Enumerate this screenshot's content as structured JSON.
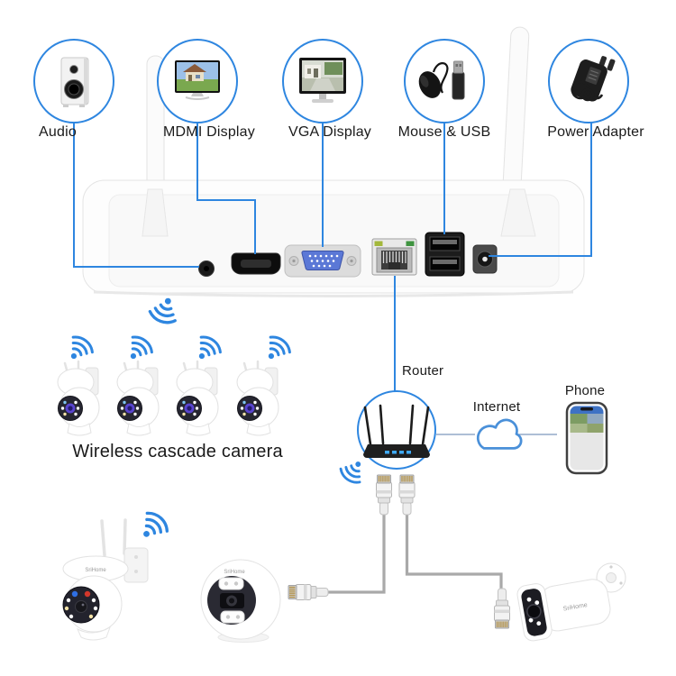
{
  "colors": {
    "accent": "#2e86e0",
    "cable": "#a9a9a9",
    "cloud": "#4a90d9"
  },
  "brand": "SriHome",
  "peripherals": [
    {
      "label": "Audio",
      "icon": "speaker-icon"
    },
    {
      "label": "MDMI Display",
      "icon": "tv-display-icon"
    },
    {
      "label": "VGA Display",
      "icon": "monitor-display-icon"
    },
    {
      "label": "Mouse & USB",
      "icon": "mouse-usb-icon"
    },
    {
      "label": "Power Adapter",
      "icon": "power-adapter-icon"
    }
  ],
  "nvr": {
    "ports": [
      "audio-jack",
      "hdmi-port",
      "vga-port",
      "ethernet-port",
      "usb-ports",
      "dc-power-jack"
    ],
    "antenna_count": 2
  },
  "cascade": {
    "label": "Wireless cascade camera",
    "camera_count": 4
  },
  "network": {
    "router_label": "Router",
    "internet_label": "Internet",
    "phone_label": "Phone"
  },
  "wired_cameras": [
    "ptz-camera",
    "dome-camera",
    "bullet-camera"
  ]
}
